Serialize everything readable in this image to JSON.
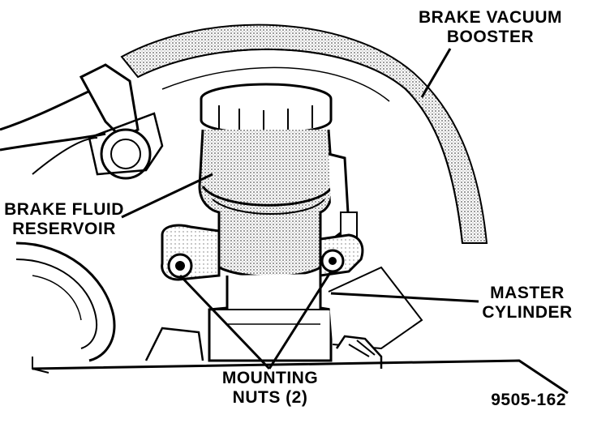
{
  "labels": {
    "booster_line1": "BRAKE VACUUM",
    "booster_line2": "BOOSTER",
    "reservoir_line1": "BRAKE FLUID",
    "reservoir_line2": "RESERVOIR",
    "master_line1": "MASTER",
    "master_line2": "CYLINDER",
    "nuts_line1": "MOUNTING",
    "nuts_line2": "NUTS (2)",
    "figure_number": "9505-162"
  }
}
